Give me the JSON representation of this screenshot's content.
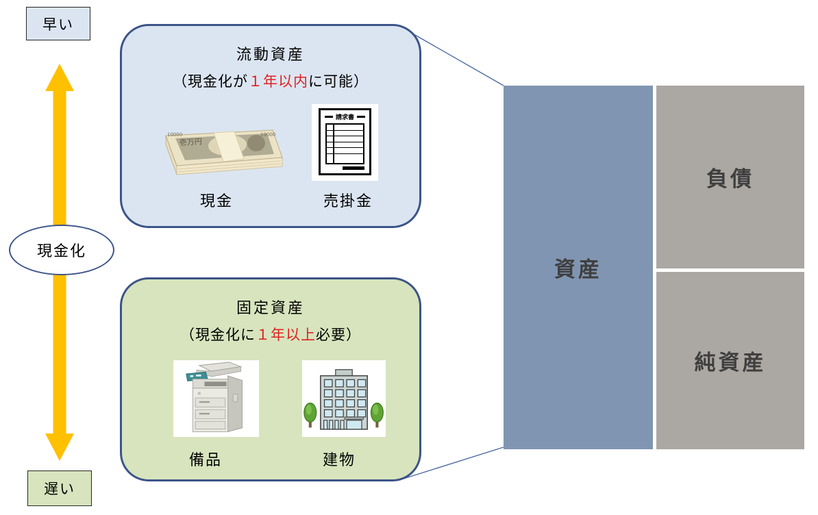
{
  "palette": {
    "box_border": "#3c5488",
    "current_assets_fill": "#dbe5f1",
    "fixed_assets_fill": "#d7e4bd",
    "arrow_color": "#ffc000",
    "assets_block_fill": "#8095b1",
    "liability_block_fill": "#aba7a2",
    "highlight_red": "#e02020",
    "balance_sheet_text": "#3f3f3f"
  },
  "axis": {
    "fast_label": "早い",
    "slow_label": "遅い",
    "arrow_label": "現金化"
  },
  "current_assets": {
    "title": "流動資産",
    "subtitle": {
      "prefix": "（現金化が",
      "highlight": "１年以内",
      "suffix": "に可能）"
    },
    "items": [
      {
        "label": "現金",
        "icon": "cash-stack-icon"
      },
      {
        "label": "売掛金",
        "icon": "invoice-icon"
      }
    ]
  },
  "fixed_assets": {
    "title": "固定資産",
    "subtitle": {
      "prefix": "（現金化に",
      "highlight": "１年以上",
      "suffix": "必要）"
    },
    "items": [
      {
        "label": "備品",
        "icon": "copier-icon"
      },
      {
        "label": "建物",
        "icon": "building-icon"
      }
    ]
  },
  "balance_sheet": {
    "assets_label": "資産",
    "liabilities_label": "負債",
    "net_assets_label": "純資産"
  },
  "icon_texts": {
    "invoice_header": "請求書",
    "cash_face": "壱万円",
    "cash_number": "10000"
  }
}
